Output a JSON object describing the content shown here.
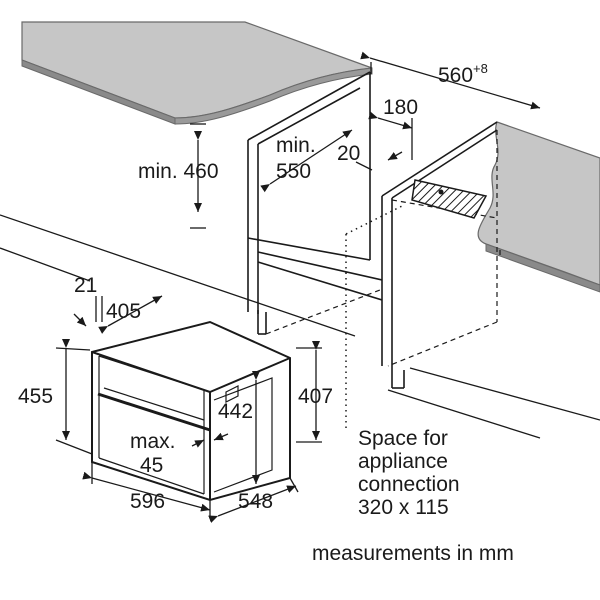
{
  "dimensions": {
    "cabinet_height": "min. 460",
    "cabinet_depth_line1": "min.",
    "cabinet_depth_line2": "550",
    "niche_width": "560",
    "niche_width_tolerance": "+8",
    "rear_gap": "180",
    "side_gap": "20",
    "appliance_top_offset": "21",
    "appliance_top_depth": "405",
    "appliance_height": "455",
    "appliance_inner_height": "442",
    "appliance_height_rear": "407",
    "door_protrusion_line1": "max.",
    "door_protrusion_line2": "45",
    "appliance_width": "596",
    "appliance_depth": "548"
  },
  "connection_note": {
    "line1": "Space for",
    "line2": "appliance",
    "line3": "connection",
    "line4": "320 x 115"
  },
  "footer_note": "measurements in mm",
  "colors": {
    "countertop": "#c6c6c6",
    "countertop_edge": "#8a8a8a",
    "line": "#1a1a1a"
  }
}
